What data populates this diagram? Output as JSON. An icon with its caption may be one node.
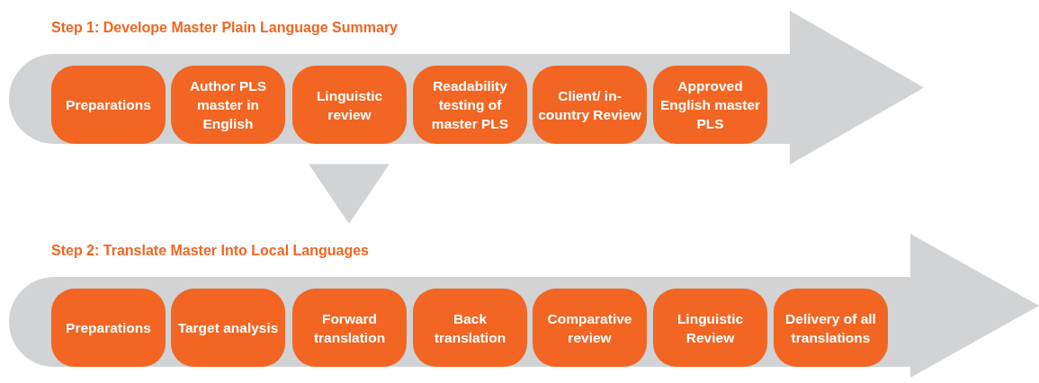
{
  "diagram": {
    "nodes": [
      {
        "text": [
          "Step 1: Develope Master Plain Language Summary"
        ]
      },
      {
        "text": [
          "Preparations"
        ],
        "in": 0
      },
      {
        "text": [
          "Author PLS master in English"
        ],
        "in": 0
      },
      {
        "text": [
          "Linguistic review"
        ],
        "in": 0
      },
      {
        "text": [
          "Readability testing of master PLS"
        ],
        "in": 0
      },
      {
        "text": [
          "Client/ in-country Review"
        ],
        "in": 0
      },
      {
        "text": [
          "Approved English master PLS"
        ],
        "in": 0
      },
      {
        "text": [
          "Step 2: Translate Master Into Local Languages"
        ]
      },
      {
        "text": [
          "Preparations"
        ],
        "in": 7
      },
      {
        "text": [
          "Target analysis"
        ],
        "in": 7
      },
      {
        "text": [
          "Forward translation"
        ],
        "in": 7
      },
      {
        "text": [
          "Back translation"
        ],
        "in": 7
      },
      {
        "text": [
          "Comparative review"
        ],
        "in": 7
      },
      {
        "text": [
          "Linguistic Review"
        ],
        "in": 7
      },
      {
        "text": [
          "Delivery of all translations"
        ],
        "in": 7
      }
    ],
    "edges": [
      {
        "from": 0,
        "to": 7,
        "arrow": "to"
      }
    ]
  }
}
